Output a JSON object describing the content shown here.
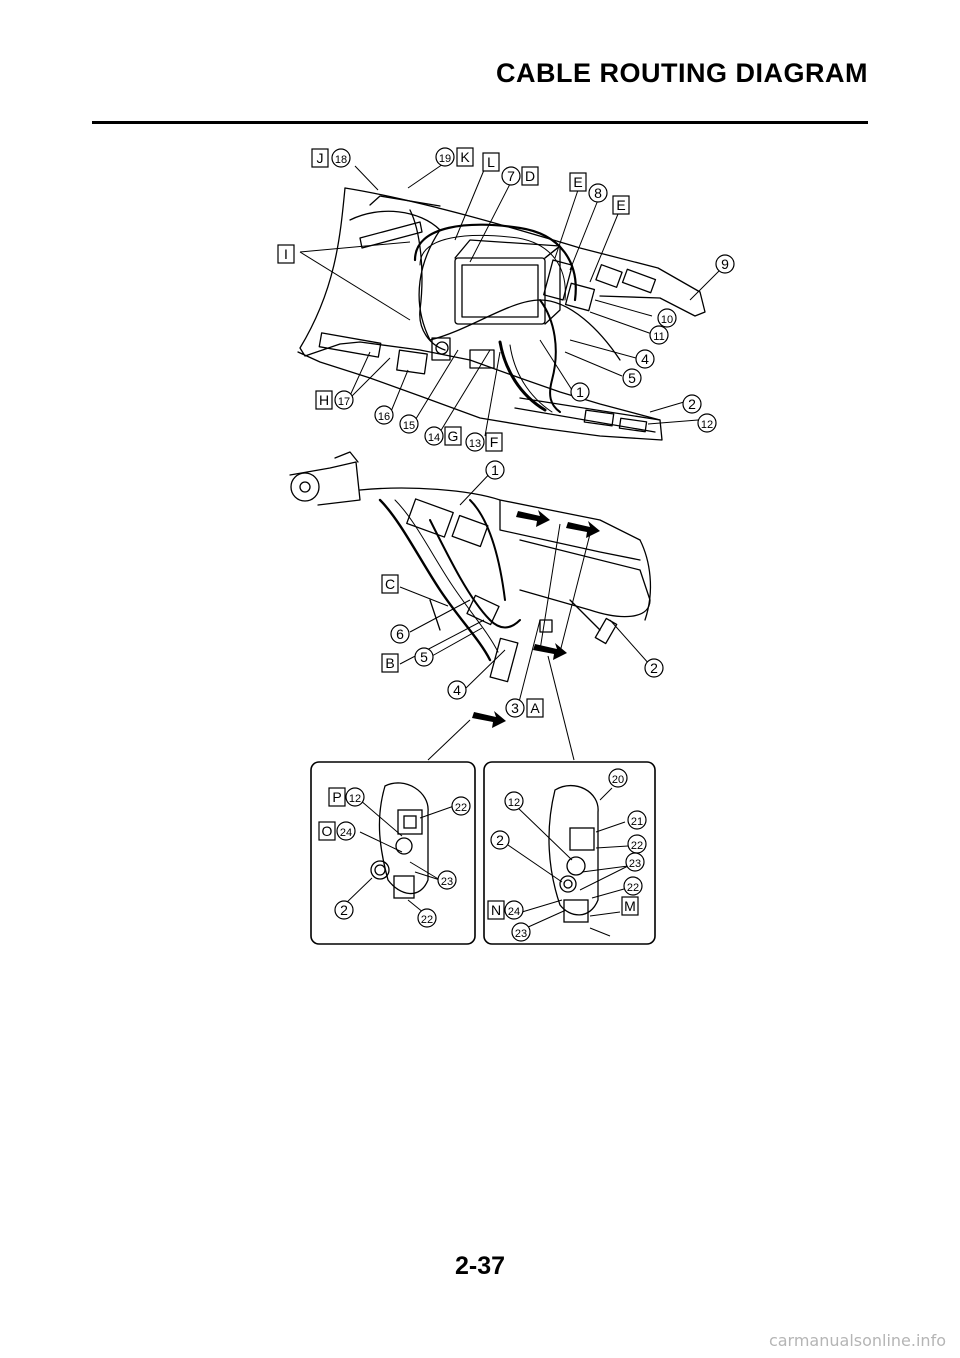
{
  "header": {
    "title": "CABLE ROUTING DIAGRAM"
  },
  "footer": {
    "page_number": "2-37",
    "watermark": "carmanualsonline.info"
  },
  "callouts": {
    "top": [
      {
        "id": "c-J",
        "text": "J",
        "type": "box"
      },
      {
        "id": "c-18",
        "text": "18",
        "type": "circle"
      },
      {
        "id": "c-19",
        "text": "19",
        "type": "circle"
      },
      {
        "id": "c-K",
        "text": "K",
        "type": "box"
      },
      {
        "id": "c-L",
        "text": "L",
        "type": "box"
      },
      {
        "id": "c-7",
        "text": "7",
        "type": "circle"
      },
      {
        "id": "c-D",
        "text": "D",
        "type": "box"
      },
      {
        "id": "c-E1",
        "text": "E",
        "type": "box"
      },
      {
        "id": "c-8",
        "text": "8",
        "type": "circle"
      },
      {
        "id": "c-E2",
        "text": "E",
        "type": "box"
      },
      {
        "id": "c-9",
        "text": "9",
        "type": "circle"
      },
      {
        "id": "c-I",
        "text": "I",
        "type": "box"
      },
      {
        "id": "c-10",
        "text": "10",
        "type": "circle"
      },
      {
        "id": "c-11",
        "text": "11",
        "type": "circle"
      },
      {
        "id": "c-4a",
        "text": "4",
        "type": "circle"
      },
      {
        "id": "c-5a",
        "text": "5",
        "type": "circle"
      },
      {
        "id": "c-1a",
        "text": "1",
        "type": "circle"
      },
      {
        "id": "c-2a",
        "text": "2",
        "type": "circle"
      },
      {
        "id": "c-12a",
        "text": "12",
        "type": "circle"
      },
      {
        "id": "c-H",
        "text": "H",
        "type": "box"
      },
      {
        "id": "c-17",
        "text": "17",
        "type": "circle"
      },
      {
        "id": "c-16",
        "text": "16",
        "type": "circle"
      },
      {
        "id": "c-15",
        "text": "15",
        "type": "circle"
      },
      {
        "id": "c-14",
        "text": "14",
        "type": "circle"
      },
      {
        "id": "c-G",
        "text": "G",
        "type": "box"
      },
      {
        "id": "c-13",
        "text": "13",
        "type": "circle"
      },
      {
        "id": "c-F",
        "text": "F",
        "type": "box"
      }
    ],
    "middle": [
      {
        "id": "m-1",
        "text": "1",
        "type": "circle"
      },
      {
        "id": "m-C",
        "text": "C",
        "type": "box"
      },
      {
        "id": "m-6",
        "text": "6",
        "type": "circle"
      },
      {
        "id": "m-B",
        "text": "B",
        "type": "box"
      },
      {
        "id": "m-5",
        "text": "5",
        "type": "circle"
      },
      {
        "id": "m-4",
        "text": "4",
        "type": "circle"
      },
      {
        "id": "m-3",
        "text": "3",
        "type": "circle"
      },
      {
        "id": "m-A",
        "text": "A",
        "type": "box"
      },
      {
        "id": "m-2",
        "text": "2",
        "type": "circle"
      }
    ],
    "left_inset": [
      {
        "id": "l-P",
        "text": "P",
        "type": "box"
      },
      {
        "id": "l-12",
        "text": "12",
        "type": "circle"
      },
      {
        "id": "l-22a",
        "text": "22",
        "type": "circle"
      },
      {
        "id": "l-O",
        "text": "O",
        "type": "box"
      },
      {
        "id": "l-24",
        "text": "24",
        "type": "circle"
      },
      {
        "id": "l-23",
        "text": "23",
        "type": "circle"
      },
      {
        "id": "l-2",
        "text": "2",
        "type": "circle"
      },
      {
        "id": "l-22b",
        "text": "22",
        "type": "circle"
      }
    ],
    "right_inset": [
      {
        "id": "r-20",
        "text": "20",
        "type": "circle"
      },
      {
        "id": "r-12",
        "text": "12",
        "type": "circle"
      },
      {
        "id": "r-21",
        "text": "21",
        "type": "circle"
      },
      {
        "id": "r-2",
        "text": "2",
        "type": "circle"
      },
      {
        "id": "r-22a",
        "text": "22",
        "type": "circle"
      },
      {
        "id": "r-23a",
        "text": "23",
        "type": "circle"
      },
      {
        "id": "r-22b",
        "text": "22",
        "type": "circle"
      },
      {
        "id": "r-N",
        "text": "N",
        "type": "box"
      },
      {
        "id": "r-24",
        "text": "24",
        "type": "circle"
      },
      {
        "id": "r-M",
        "text": "M",
        "type": "box"
      },
      {
        "id": "r-23b",
        "text": "23",
        "type": "circle"
      }
    ]
  }
}
